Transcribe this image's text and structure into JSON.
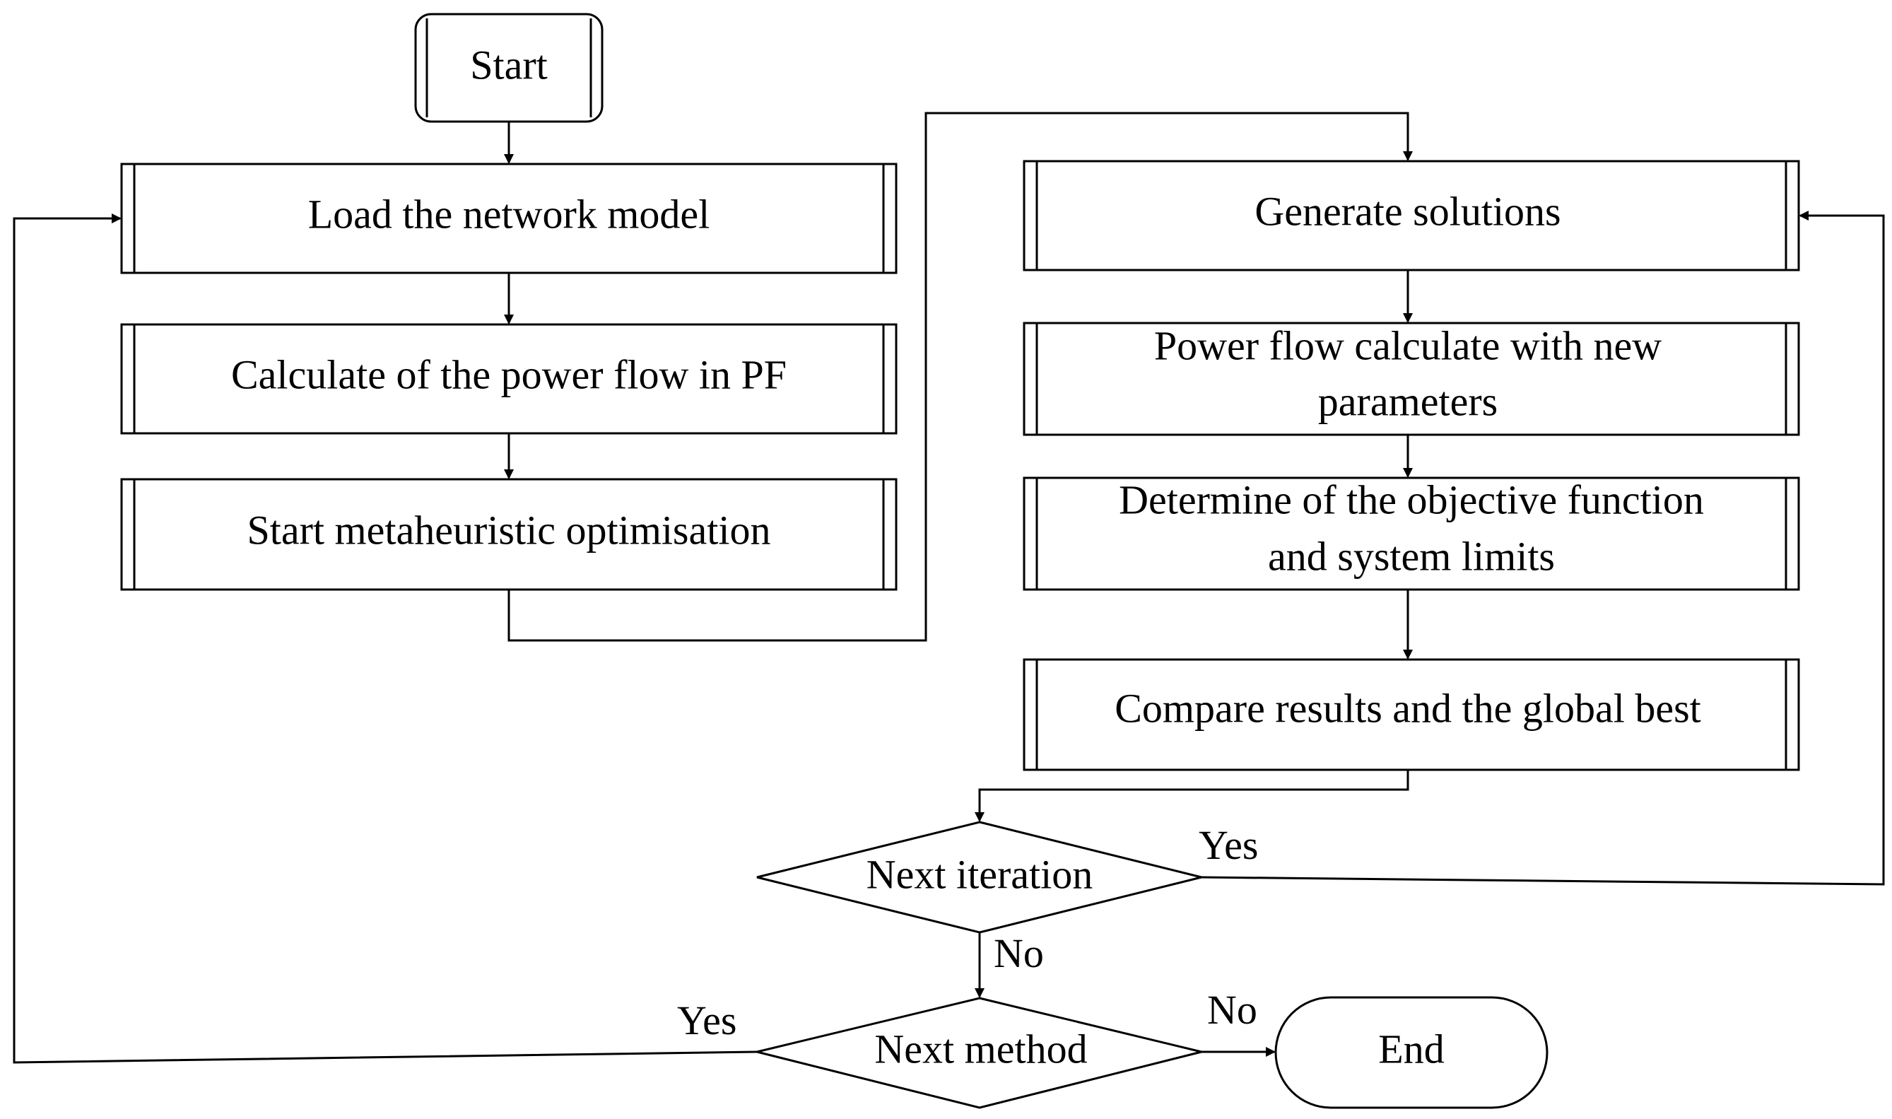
{
  "diagram": {
    "start": "Start",
    "load_network": "Load the network model",
    "calc_power_flow": "Calculate of the power flow in PF",
    "start_optimisation": "Start metaheuristic optimisation",
    "generate_solutions": "Generate solutions",
    "power_flow_new": [
      "Power flow calculate with new",
      "parameters"
    ],
    "determine_objective": [
      "Determine of the objective function",
      "and system limits"
    ],
    "compare_results": "Compare results and the global best",
    "next_iteration": "Next iteration",
    "next_method": "Next method",
    "end": "End",
    "labels": {
      "iteration_yes": "Yes",
      "iteration_no": "No",
      "method_yes": "Yes",
      "method_no": "No"
    }
  },
  "colors": {
    "line": "#000000",
    "fill": "#ffffff"
  }
}
